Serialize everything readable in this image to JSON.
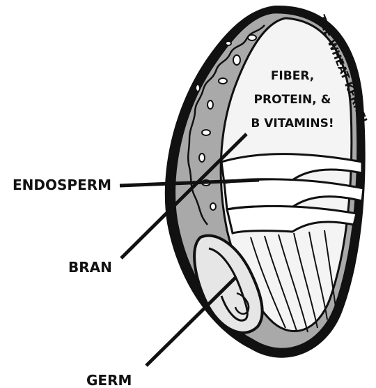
{
  "title": "THE WHEAT KERNEL",
  "callout": {
    "line1": "FIBER,",
    "line2": "PROTEIN, &",
    "line3": "B VITAMINS!"
  },
  "labels": {
    "endosperm": "ENDOSPERM",
    "bran": "BRAN",
    "germ": "GERM"
  },
  "colors": {
    "outline": "#111111",
    "bran_fill": "#a9a9a9",
    "germ_fill": "#e6e6e6",
    "kernel_fill": "#f4f4f4",
    "background": "#ffffff"
  }
}
